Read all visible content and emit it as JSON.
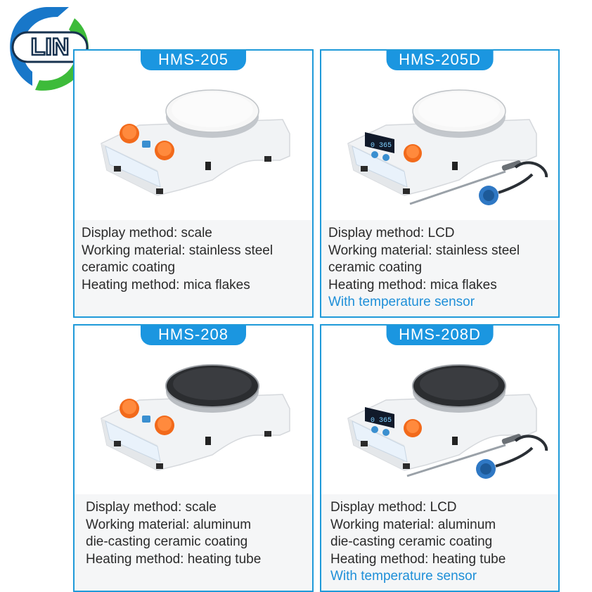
{
  "logo": {
    "text": "LIN",
    "colors": [
      "#1877c9",
      "#3dbb3a"
    ]
  },
  "accent_color": "#1b96e0",
  "sensor_color": "#1e8fd8",
  "products": [
    {
      "model": "HMS-205",
      "plate": "white ceramic",
      "display": "knobs",
      "lines": [
        "Display method: scale",
        "Working material: stainless steel",
        "ceramic coating",
        "Heating method: mica flakes"
      ]
    },
    {
      "model": "HMS-205D",
      "plate": "white ceramic",
      "display": "LCD",
      "lcd_text": "0 365",
      "lines": [
        "Display method: LCD",
        "Working material: stainless steel",
        "ceramic coating",
        "Heating method: mica flakes"
      ],
      "sensor": "With temperature sensor"
    },
    {
      "model": "HMS-208",
      "plate": "black aluminum",
      "display": "knobs",
      "lines": [
        "Display method: scale",
        "Working material: aluminum",
        "die-casting ceramic coating",
        "Heating method: heating tube"
      ]
    },
    {
      "model": "HMS-208D",
      "plate": "black aluminum",
      "display": "LCD",
      "lcd_text": "0 365",
      "lines": [
        "Display method: LCD",
        "Working material: aluminum",
        "die-casting ceramic coating",
        "Heating method: heating tube"
      ],
      "sensor": "With temperature sensor"
    }
  ]
}
